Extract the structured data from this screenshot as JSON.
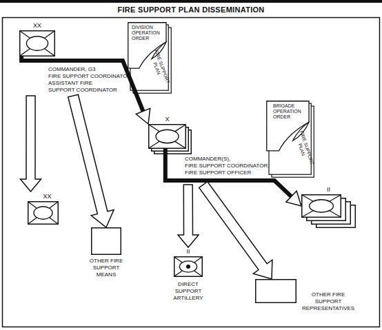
{
  "diagram": {
    "title": "FIRE SUPPORT PLAN DISSEMINATION",
    "nodes": [
      {
        "text": [
          "XX",
          "COMMANDER, G3 FIRE SUPPORT COORDINATOR, ASSISTANT FIRE SUPPORT COORDINATOR"
        ]
      },
      {
        "text": [
          "DIVISION OPERATION ORDER",
          "FIRE SUPPORT PLAN"
        ]
      },
      {
        "text": [
          "X",
          "COMMANDER(S), FIRE SUPPORT COORDINATOR, FIRE SUPPORT OFFICER"
        ]
      },
      {
        "text": [
          "BRIGADE OPERATION ORDER",
          "FIRE SUPPORT PLAN"
        ]
      },
      {
        "text": [
          "XX"
        ]
      },
      {
        "text": [
          "OTHER FIRE SUPPORT MEANS"
        ]
      },
      {
        "text": [
          "II"
        ]
      },
      {
        "text": [
          "II",
          "DIRECT SUPPORT ARTILLERY"
        ]
      },
      {
        "text": [
          "OTHER FIRE SUPPORT REPRESENTATIVES"
        ]
      }
    ],
    "edges": [
      {
        "from": 0,
        "to": 2,
        "arrow": "to"
      },
      {
        "from": 0,
        "to": 4,
        "arrow": "to"
      },
      {
        "from": 0,
        "to": 5,
        "arrow": "to"
      },
      {
        "from": 2,
        "to": 6,
        "arrow": "to"
      },
      {
        "from": 2,
        "to": 7,
        "arrow": "to"
      },
      {
        "from": 2,
        "to": 8,
        "arrow": "to"
      }
    ]
  }
}
